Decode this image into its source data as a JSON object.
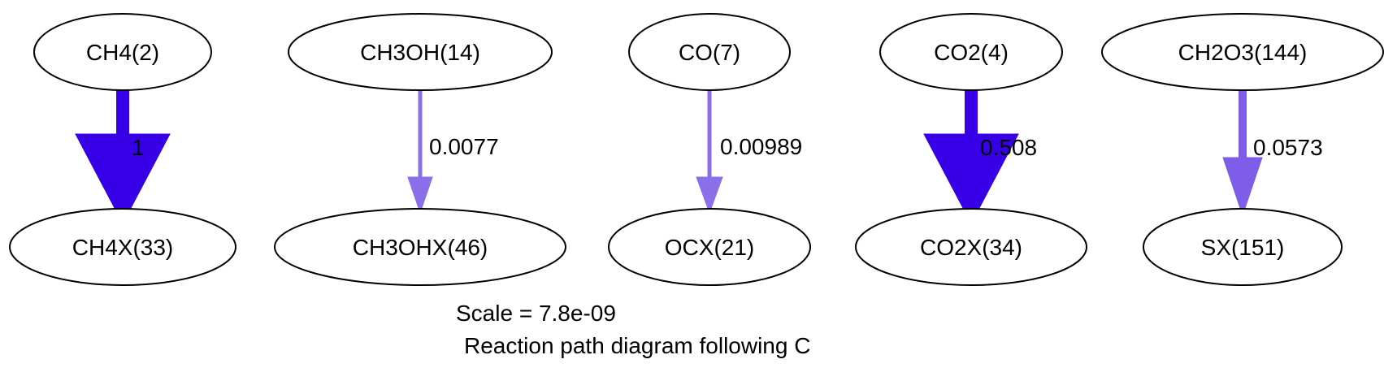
{
  "nodes": {
    "ch4": "CH4(2)",
    "ch3oh": "CH3OH(14)",
    "co": "CO(7)",
    "co2": "CO2(4)",
    "ch2o3": "CH2O3(144)",
    "ch4x": "CH4X(33)",
    "ch3ohx": "CH3OHX(46)",
    "ocx": "OCX(21)",
    "co2x": "CO2X(34)",
    "sx": "SX(151)"
  },
  "edges": [
    {
      "from": "CH4(2)",
      "to": "CH4X(33)",
      "label": "1",
      "color": "#3700e6"
    },
    {
      "from": "CH3OH(14)",
      "to": "CH3OHX(46)",
      "label": "0.0077",
      "color": "#8b6ee9"
    },
    {
      "from": "CO(7)",
      "to": "OCX(21)",
      "label": "0.00989",
      "color": "#8b6ee9"
    },
    {
      "from": "CO2(4)",
      "to": "CO2X(34)",
      "label": "0.508",
      "color": "#3700e6"
    },
    {
      "from": "CH2O3(144)",
      "to": "SX(151)",
      "label": "0.0573",
      "color": "#7e5ee8"
    }
  ],
  "caption": {
    "scale": "Scale = 7.8e-09",
    "title": "Reaction path diagram following C"
  }
}
